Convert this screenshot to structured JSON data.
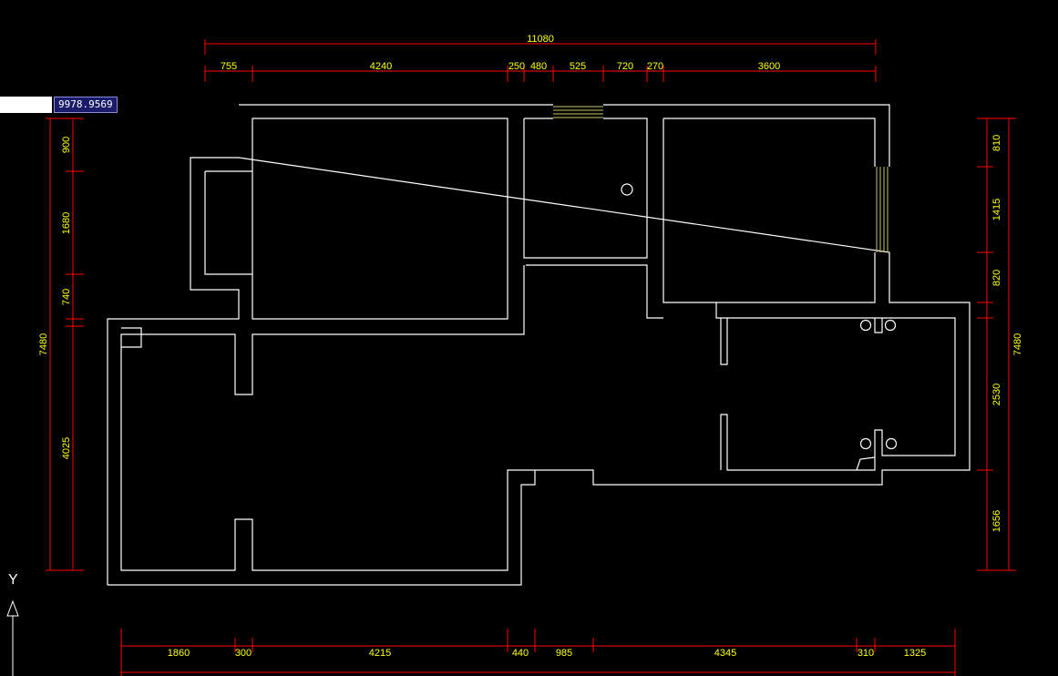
{
  "drawing": {
    "colors": {
      "background": "#000000",
      "walls": "#ffffff",
      "dimension_lines": "#ff0000",
      "dimension_text": "#ffff00",
      "window_glazing": "#c8c864"
    },
    "top_dimensions": {
      "overall": "11080",
      "segments": [
        "755",
        "4240",
        "250",
        "480",
        "525",
        "720",
        "270",
        "3600"
      ]
    },
    "bottom_dimensions": {
      "segments": [
        "1860",
        "300",
        "4215",
        "440",
        "985",
        "4345",
        "310",
        "1325"
      ]
    },
    "left_dimensions": {
      "overall": "7480",
      "segments": [
        "900",
        "1680",
        "740",
        "4025"
      ]
    },
    "right_dimensions": {
      "overall": "7480",
      "segments": [
        "810",
        "1415",
        "820",
        "2530",
        "1656"
      ]
    }
  },
  "coordinate_readout": "9978.9569",
  "ucs": {
    "y_label": "Y"
  }
}
